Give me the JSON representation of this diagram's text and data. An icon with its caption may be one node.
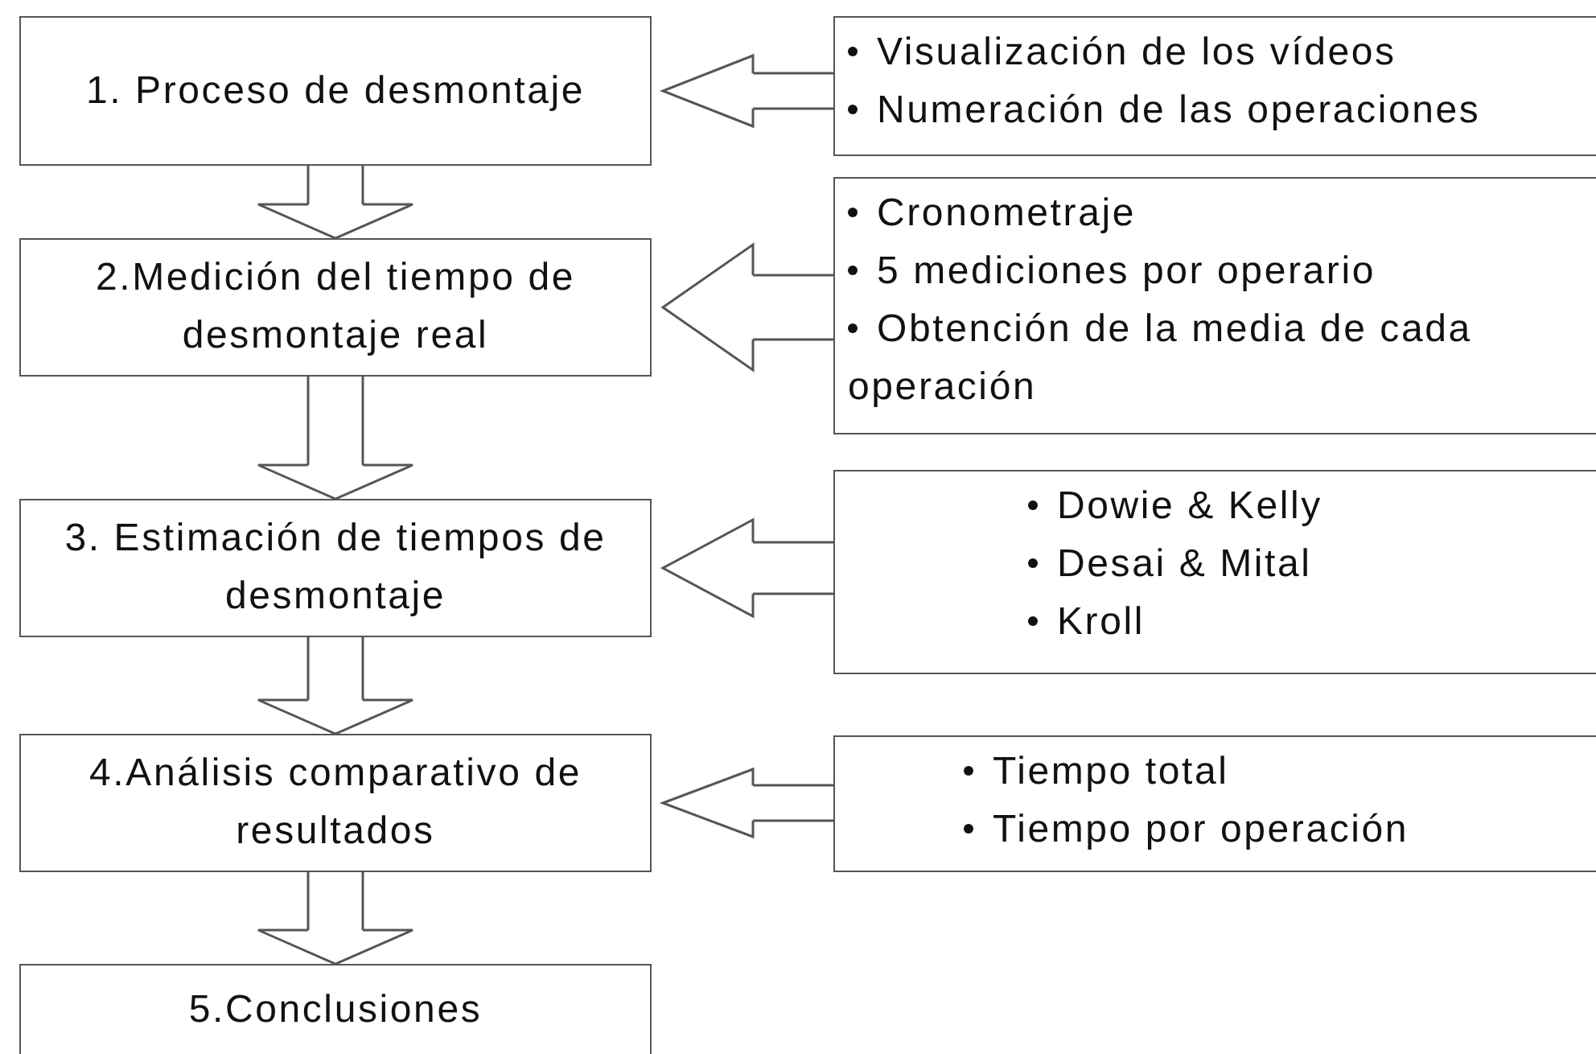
{
  "diagram": {
    "nodes": [
      {
        "text": [
          "1. Proceso de desmontaje"
        ]
      },
      {
        "text": [
          "Visualización de los vídeos",
          "Numeración de las operaciones"
        ]
      },
      {
        "text": [
          "2.Medición del tiempo de desmontaje real"
        ]
      },
      {
        "text": [
          "Cronometraje",
          "5 mediciones por operario",
          "Obtención de la media de cada operación"
        ]
      },
      {
        "text": [
          "3. Estimación de tiempos de desmontaje"
        ]
      },
      {
        "text": [
          "Dowie & Kelly",
          "Desai & Mital",
          "Kroll"
        ]
      },
      {
        "text": [
          "4.Análisis comparativo de resultados"
        ]
      },
      {
        "text": [
          "Tiempo total",
          "Tiempo por operación"
        ]
      },
      {
        "text": [
          "5.Conclusiones"
        ]
      }
    ],
    "edges": [
      {
        "from": 0,
        "to": 2,
        "arrow": "to"
      },
      {
        "from": 2,
        "to": 4,
        "arrow": "to"
      },
      {
        "from": 4,
        "to": 6,
        "arrow": "to"
      },
      {
        "from": 6,
        "to": 8,
        "arrow": "to"
      },
      {
        "from": 1,
        "to": 0,
        "arrow": "to"
      },
      {
        "from": 3,
        "to": 2,
        "arrow": "to"
      },
      {
        "from": 5,
        "to": 4,
        "arrow": "to"
      },
      {
        "from": 7,
        "to": 6,
        "arrow": "to"
      }
    ]
  }
}
